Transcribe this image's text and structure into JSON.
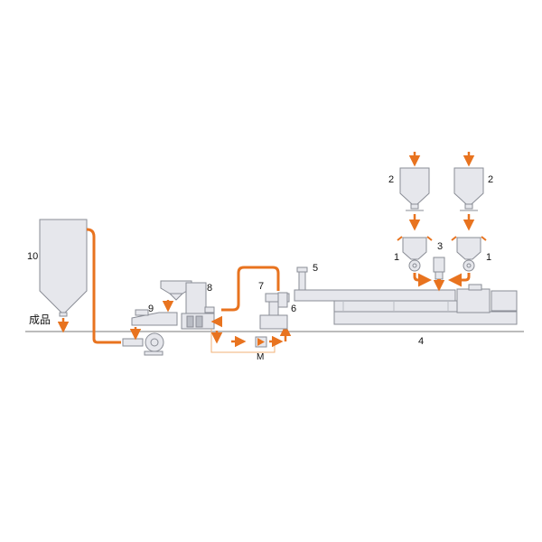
{
  "labels": {
    "silo": "10",
    "product": "成品",
    "dryer": "9",
    "pelletizer": "8",
    "pump_feed": "7",
    "pump": "6",
    "vent": "5",
    "extruder": "4",
    "side_feeder": "3",
    "feeder_left": "1",
    "feeder_right": "1",
    "hopper_left": "2",
    "hopper_right": "2",
    "motor": "M"
  },
  "colors": {
    "flow": "#e8731f",
    "equipment_fill": "#e6e7ec",
    "equipment_stroke": "#8a8d96",
    "ground": "#7a7a7a",
    "water_line": "#f2b277"
  }
}
